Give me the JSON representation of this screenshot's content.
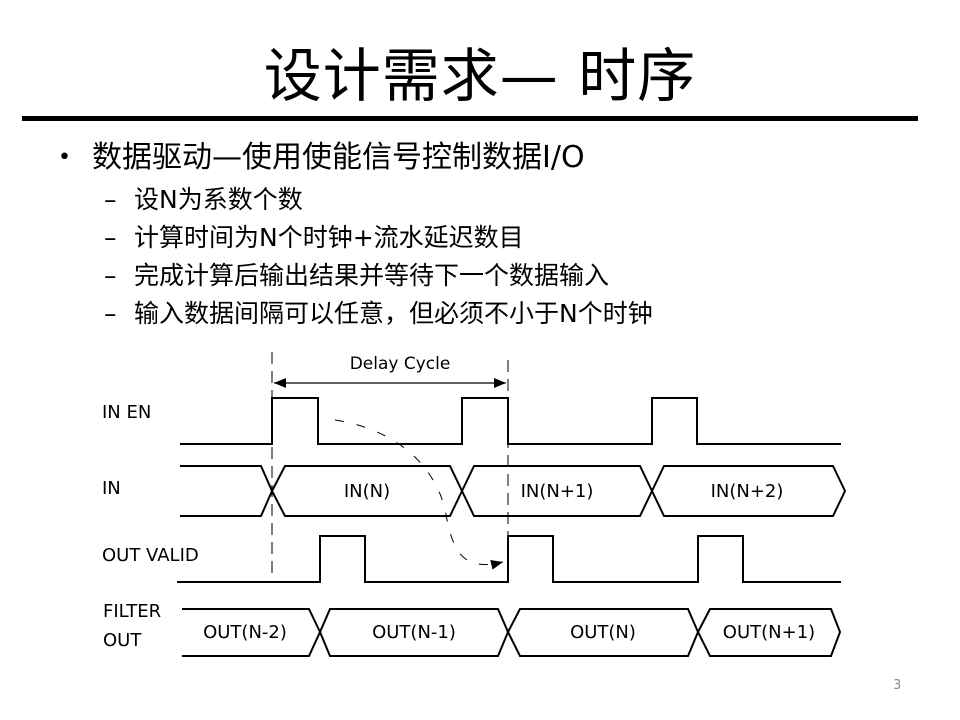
{
  "slide": {
    "title": "设计需求— 时序",
    "bullet": {
      "marker": "•",
      "text": "数据驱动—使用使能信号控制数据I/O"
    },
    "sub_items": [
      {
        "dash": "–",
        "text": "设N为系数个数"
      },
      {
        "dash": "–",
        "text": "计算时间为N个时钟+流水延迟数目"
      },
      {
        "dash": "–",
        "text": "完成计算后输出结果并等待下一个数据输入"
      },
      {
        "dash": "–",
        "text": "输入数据间隔可以任意，但必须不小于N个时钟"
      }
    ],
    "page_number": "3"
  },
  "timing_diagram": {
    "annotation": {
      "label": "Delay Cycle",
      "icon": "double-headed-arrow"
    },
    "causal_arrow": "dashed-curved-arrow",
    "signals": [
      {
        "name": "IN EN",
        "type": "pulse",
        "pulses": 3
      },
      {
        "name": "IN",
        "type": "bus",
        "segments": [
          "IN(N)",
          "IN(N+1)",
          "IN(N+2)"
        ]
      },
      {
        "name": "OUT VALID",
        "type": "pulse",
        "pulses": 3
      },
      {
        "name": "FILTER OUT",
        "name_lines": [
          "FILTER",
          "OUT"
        ],
        "type": "bus",
        "segments": [
          "OUT(N-2)",
          "OUT(N-1)",
          "OUT(N)",
          "OUT(N+1)"
        ]
      }
    ]
  }
}
